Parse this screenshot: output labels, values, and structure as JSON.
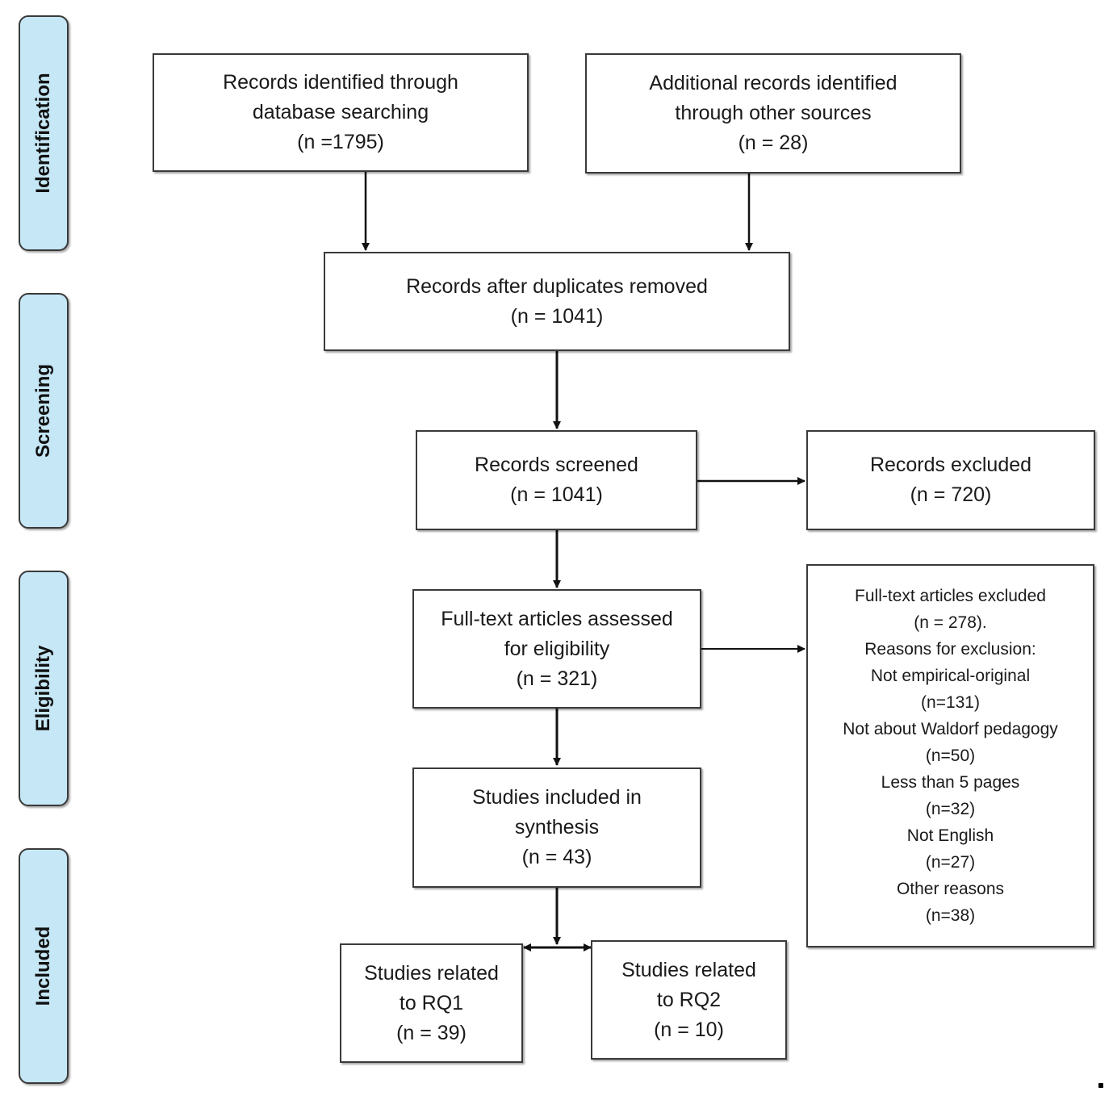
{
  "phases": {
    "identification": "Identification",
    "screening": "Screening",
    "eligibility": "Eligibility",
    "included": "Included"
  },
  "boxes": {
    "database": {
      "lines": [
        "Records identified through",
        "database searching",
        "(n =1795)"
      ]
    },
    "other_sources": {
      "lines": [
        "Additional records identified",
        "through other sources",
        "(n = 28)"
      ]
    },
    "after_duplicates": {
      "lines": [
        "Records after duplicates removed",
        "(n = 1041)"
      ]
    },
    "screened": {
      "lines": [
        "Records screened",
        "(n = 1041)"
      ]
    },
    "excluded": {
      "lines": [
        "Records excluded",
        "(n = 720)"
      ]
    },
    "full_text": {
      "lines": [
        "Full-text articles assessed",
        "for eligibility",
        "(n = 321)"
      ]
    },
    "full_text_excluded": {
      "lines": [
        "Full-text articles excluded",
        "(n = 278).",
        "Reasons for exclusion:",
        "Not empirical-original",
        "(n=131)",
        "Not about Waldorf pedagogy",
        "(n=50)",
        "Less than 5 pages",
        "(n=32)",
        "Not English",
        "(n=27)",
        "Other reasons",
        "(n=38)"
      ]
    },
    "synthesis": {
      "lines": [
        "Studies included in",
        "synthesis",
        "(n = 43)"
      ]
    },
    "rq1": {
      "lines": [
        "Studies related",
        "to RQ1",
        "(n = 39)"
      ]
    },
    "rq2": {
      "lines": [
        "Studies related",
        "to RQ2",
        "(n = 10)"
      ]
    }
  },
  "colors": {
    "phase_fill": "#c5e7f6",
    "border": "#3a3a3a",
    "arrow": "#111111"
  }
}
